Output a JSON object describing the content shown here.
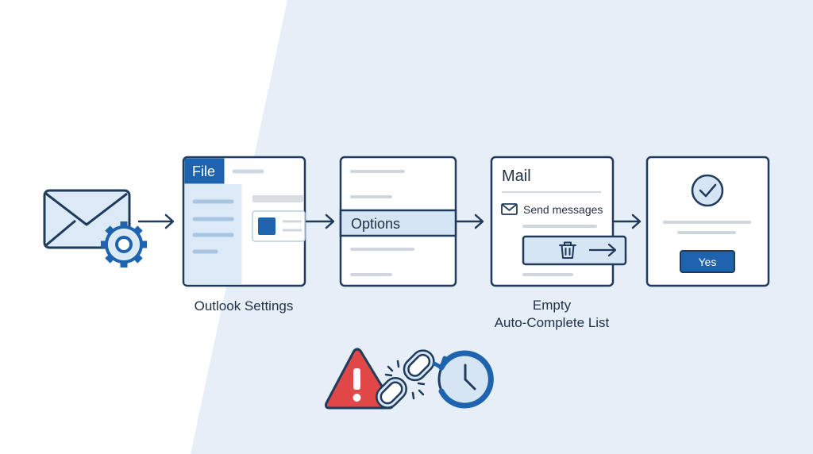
{
  "colors": {
    "background_panel": "#e6eff8",
    "outline": "#1f3a5a",
    "accent_blue": "#1e63ad",
    "light_blue": "#d6e5f4",
    "gray_line": "#c5ccd5",
    "warning_red": "#e04848"
  },
  "steps": [
    {
      "icon": "envelope-gear-icon"
    },
    {
      "window_tab": "File",
      "caption": "Outlook Settings"
    },
    {
      "highlight_item": "Options"
    },
    {
      "title": "Mail",
      "row_label": "Send messages",
      "caption_line1": "Empty",
      "caption_line2": "Auto-Complete List",
      "action_icon": "trash-icon"
    },
    {
      "icon": "check-circle-icon",
      "button_label": "Yes"
    }
  ],
  "warnings": {
    "icons": [
      "warning-triangle-icon",
      "broken-link-icon",
      "history-clock-icon"
    ]
  }
}
